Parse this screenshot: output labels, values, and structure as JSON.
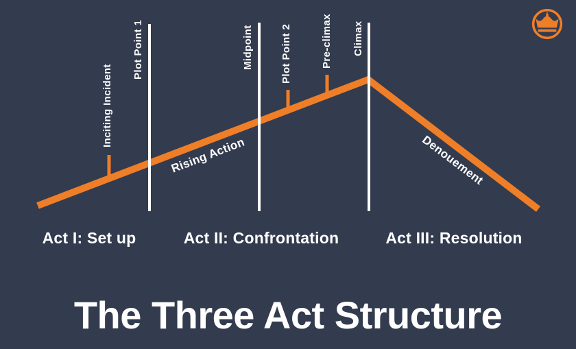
{
  "title": "The Three Act Structure",
  "colors": {
    "background": "#333b4e",
    "accent_orange": "#ef7e28",
    "divider_white": "#ffffff",
    "text_white": "#ffffff"
  },
  "logo": {
    "icon": "crown-logo-icon"
  },
  "diagram": {
    "markers": [
      {
        "label": "Inciting Incident",
        "type": "orange-tick",
        "act": "Act I"
      },
      {
        "label": "Plot Point 1",
        "type": "white-divider",
        "act": "Act I / Act II boundary"
      },
      {
        "label": "Midpoint",
        "type": "white-divider",
        "act": "Act II"
      },
      {
        "label": "Plot Point 2",
        "type": "orange-tick",
        "act": "Act II"
      },
      {
        "label": "Pre-climax",
        "type": "orange-tick",
        "act": "Act II"
      },
      {
        "label": "Climax",
        "type": "white-divider",
        "act": "Act II / Act III boundary"
      }
    ],
    "segments": [
      {
        "label": "Rising Action",
        "direction": "ascending"
      },
      {
        "label": "Denouement",
        "direction": "descending"
      }
    ],
    "acts": [
      {
        "label": "Act I: Set up"
      },
      {
        "label": "Act II: Confrontation"
      },
      {
        "label": "Act III: Resolution"
      }
    ]
  }
}
